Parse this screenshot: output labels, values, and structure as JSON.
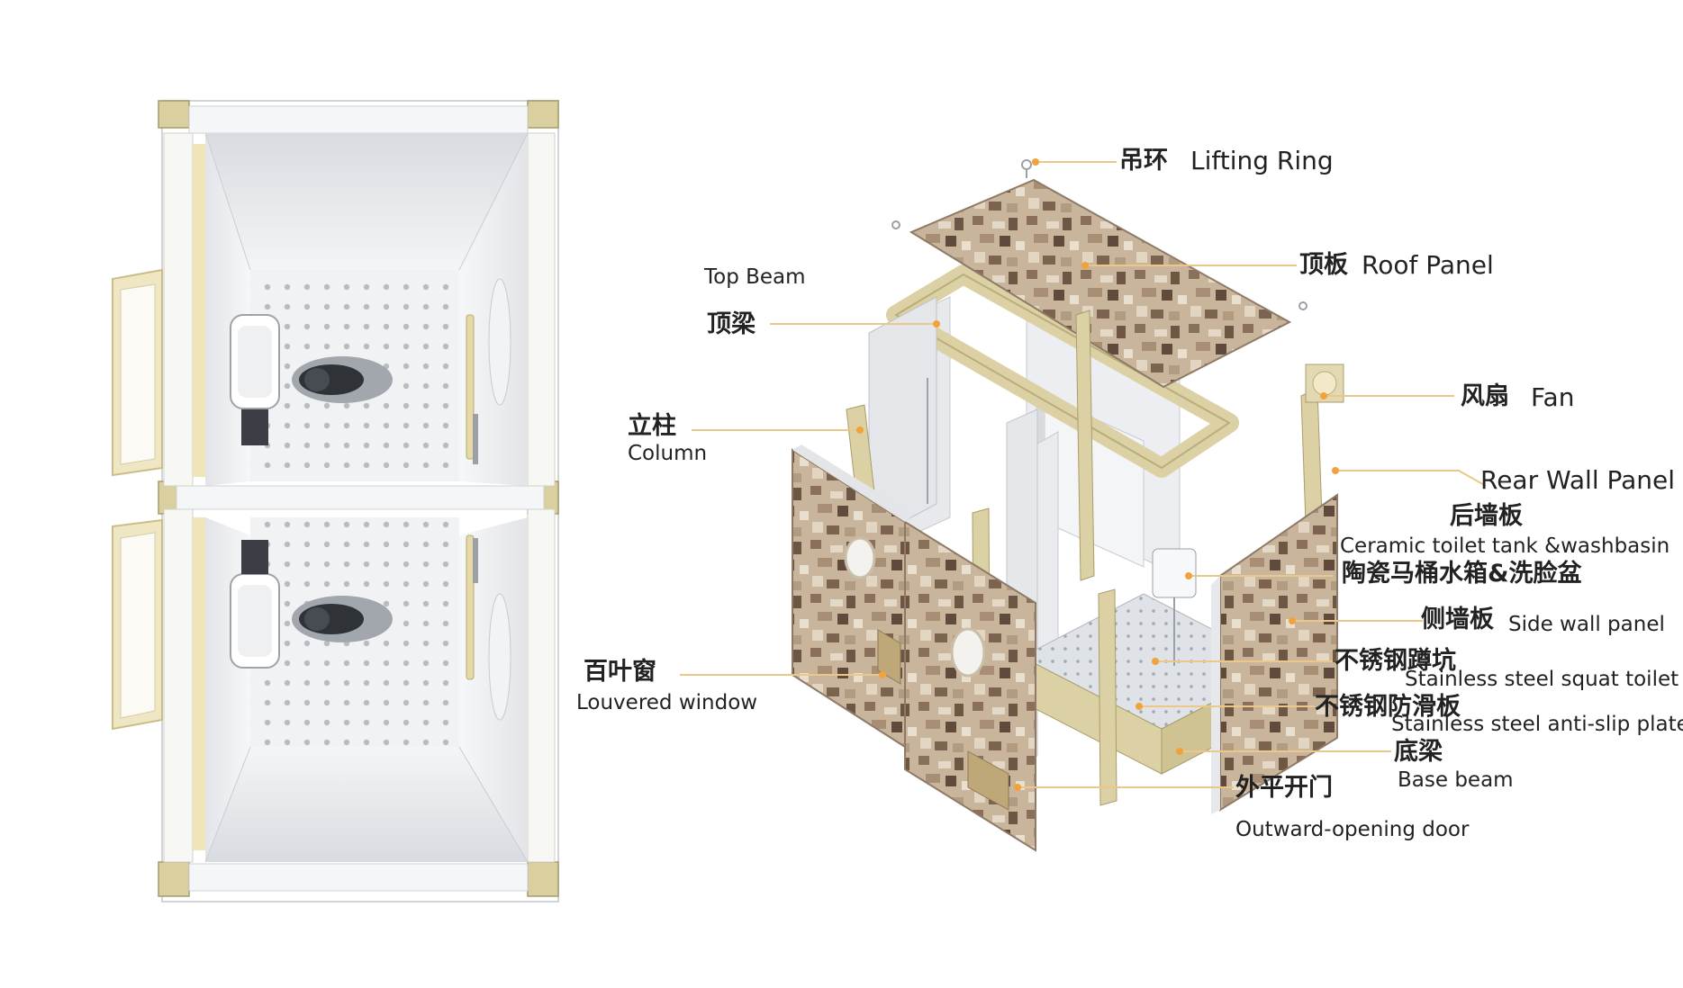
{
  "labels": {
    "lifting_ring_zh": "吊环",
    "lifting_ring_en": "Lifting Ring",
    "roof_panel_zh": "顶板",
    "roof_panel_en": "Roof Panel",
    "top_beam_en": "Top Beam",
    "top_beam_zh": "顶梁",
    "fan_zh": "风扇",
    "fan_en": "Fan",
    "column_zh": "立柱",
    "column_en": "Column",
    "rear_wall_en": "Rear Wall Panel",
    "rear_wall_zh": "后墙板",
    "ceramic_en": "Ceramic toilet tank &washbasin",
    "ceramic_zh": "陶瓷马桶水箱&洗脸盆",
    "side_wall_zh": "侧墙板",
    "side_wall_en": "Side wall panel",
    "louvered_zh": "百叶窗",
    "louvered_en": "Louvered window",
    "squat_zh": "不锈钢蹲坑",
    "squat_en": "Stainless steel squat toilet",
    "antislip_zh": "不锈钢防滑板",
    "antislip_en": "Stainless steel anti-slip plate",
    "base_beam_zh": "底梁",
    "base_beam_en": "Base beam",
    "door_zh": "外平开门",
    "door_en": "Outward-opening door"
  },
  "colors": {
    "leader_line": "#e9c88a",
    "leader_dot": "#f2a23a",
    "beam": "#dcd1a4",
    "panel_white": "#eef0f2",
    "camo_base": "#c7b197"
  }
}
